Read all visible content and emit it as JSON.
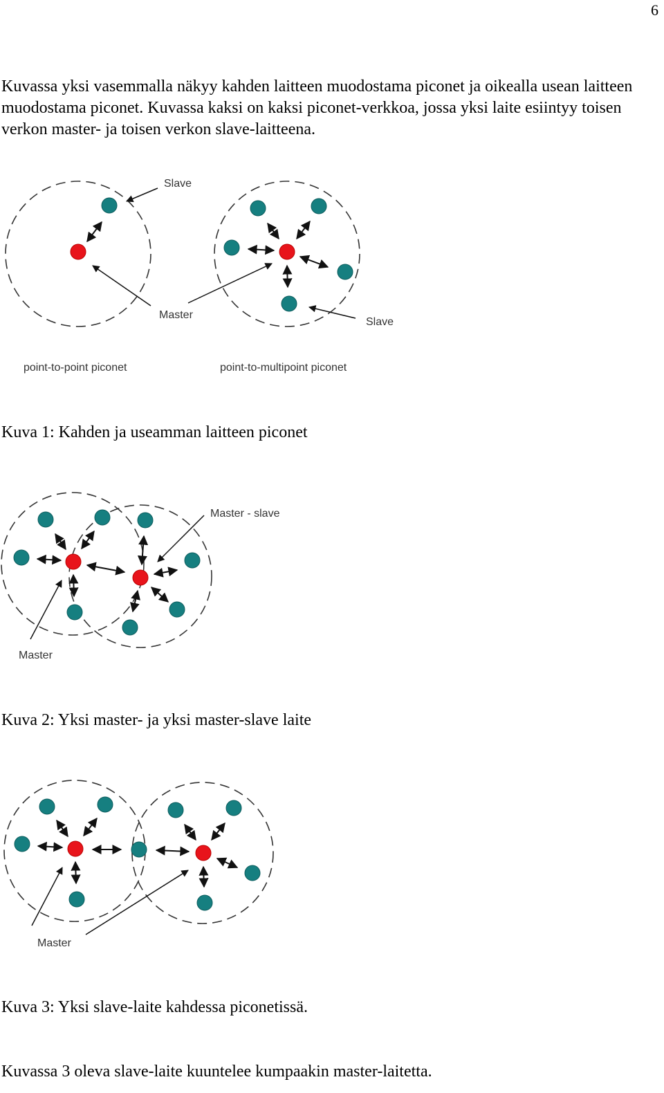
{
  "page_number": "6",
  "intro_paragraph": "Kuvassa yksi vasemmalla näkyy kahden laitteen muodostama piconet ja oikealla usean laitteen muodostama piconet. Kuvassa kaksi on kaksi piconet-verkkoa, jossa yksi laite esiintyy toisen verkon master- ja toisen verkon slave-laitteena.",
  "figure1": {
    "label_slave_top": "Slave",
    "label_master": "Master",
    "label_slave_bottom": "Slave",
    "label_p2p": "point-to-point piconet",
    "label_p2mp": "point-to-multipoint piconet",
    "caption": "Kuva 1: Kahden ja useamman laitteen piconet"
  },
  "figure2": {
    "label_master_slave": "Master - slave",
    "label_master": "Master",
    "caption": "Kuva 2: Yksi master- ja yksi master-slave laite"
  },
  "figure3": {
    "label_master": "Master",
    "caption": "Kuva 3: Yksi slave-laite kahdessa piconetissä."
  },
  "closing_paragraph": "Kuvassa 3 oleva slave-laite kuuntelee kumpaakin master-laitetta.",
  "colors": {
    "master": "#e8141b",
    "slave": "#167f80"
  }
}
